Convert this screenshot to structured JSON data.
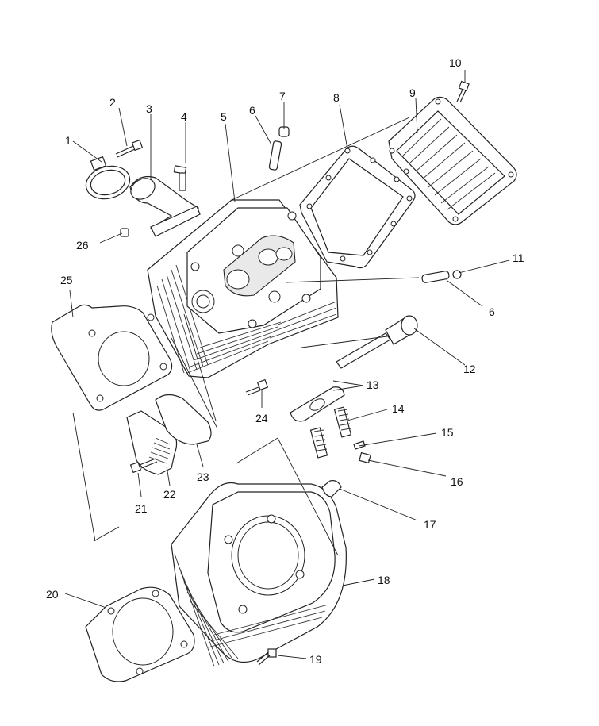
{
  "callouts": [
    {
      "id": 1,
      "label": "1"
    },
    {
      "id": 2,
      "label": "2"
    },
    {
      "id": 3,
      "label": "3"
    },
    {
      "id": 4,
      "label": "4"
    },
    {
      "id": 5,
      "label": "5"
    },
    {
      "id": 6,
      "label": "6"
    },
    {
      "id": 7,
      "label": "7"
    },
    {
      "id": 8,
      "label": "8"
    },
    {
      "id": 9,
      "label": "9"
    },
    {
      "id": 10,
      "label": "10"
    },
    {
      "id": 11,
      "label": "11"
    },
    {
      "id": 62,
      "label": "6"
    },
    {
      "id": 12,
      "label": "12"
    },
    {
      "id": 13,
      "label": "13"
    },
    {
      "id": 14,
      "label": "14"
    },
    {
      "id": 15,
      "label": "15"
    },
    {
      "id": 16,
      "label": "16"
    },
    {
      "id": 17,
      "label": "17"
    },
    {
      "id": 18,
      "label": "18"
    },
    {
      "id": 19,
      "label": "19"
    },
    {
      "id": 20,
      "label": "20"
    },
    {
      "id": 21,
      "label": "21"
    },
    {
      "id": 22,
      "label": "22"
    },
    {
      "id": 23,
      "label": "23"
    },
    {
      "id": 24,
      "label": "24"
    },
    {
      "id": 25,
      "label": "25"
    },
    {
      "id": 26,
      "label": "26"
    }
  ]
}
